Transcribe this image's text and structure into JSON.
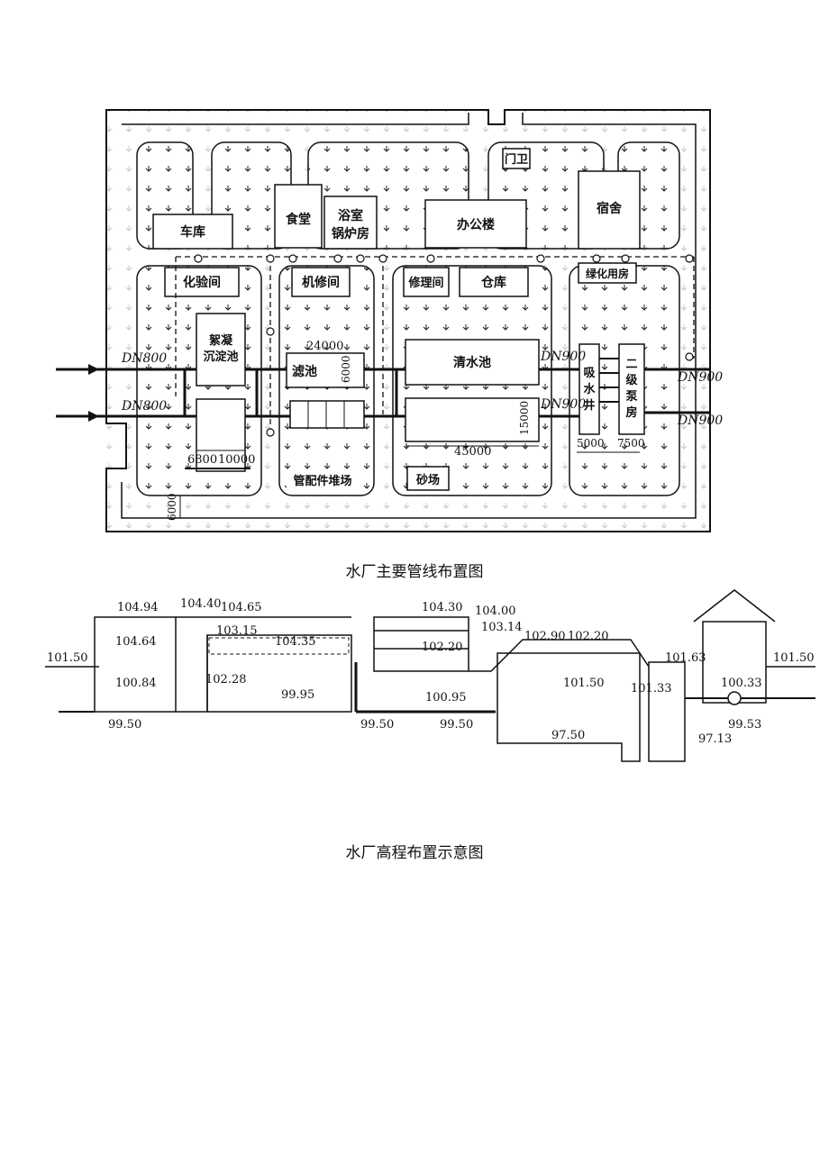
{
  "layout_plan": {
    "caption": "水厂主要管线布置图",
    "buildings": {
      "garage": "车库",
      "canteen": "食堂",
      "bath_boiler_1": "浴室",
      "bath_boiler_2": "锅炉房",
      "office": "办公楼",
      "gate": "门卫",
      "dorm": "宿舍",
      "lab": "化验间",
      "machine_repair": "机修间",
      "repair": "修理间",
      "warehouse": "仓库",
      "greening": "绿化用房",
      "floc_1": "絮凝",
      "floc_2": "沉淀池",
      "filter": "滤池",
      "clear_well": "清水池",
      "suction_1": "吸",
      "suction_2": "水",
      "suction_3": "井",
      "pump_1": "二",
      "pump_2": "级",
      "pump_3": "泵",
      "pump_4": "房",
      "pipe_yard": "管配件堆场",
      "sand_yard": "砂场"
    },
    "pipes": {
      "in_1": "DN800",
      "in_2": "DN800",
      "out_1": "DN900",
      "out_2": "DN900",
      "out_3": "DN900",
      "out_4": "DN900"
    },
    "dims": {
      "d24000": "24000",
      "d6000_filter": "6000",
      "d15000": "15000",
      "d45000": "45000",
      "d6800": "6800",
      "d10000": "10000",
      "d5000": "5000",
      "d7500": "7500",
      "d6000_road": "6000"
    }
  },
  "elevation": {
    "caption": "水厂高程布置示意图",
    "levels": {
      "l1": "104.94",
      "l2": "104.40",
      "l3": "104.65",
      "l4": "104.64",
      "l5": "103.15",
      "l6": "104.35",
      "l7": "101.50",
      "l8": "100.84",
      "l9": "102.28",
      "l10": "99.95",
      "l11": "99.50",
      "l12": "104.30",
      "l13": "104.00",
      "l14": "103.14",
      "l15": "102.90",
      "l16": "102.20",
      "l17": "102.20",
      "l18": "101.63",
      "l19": "101.50",
      "l20": "101.50",
      "l21": "101.33",
      "l22": "100.33",
      "l23": "100.95",
      "l24": "99.50",
      "l25": "99.50",
      "l26": "97.50",
      "l27": "97.13",
      "l28": "99.53"
    }
  }
}
